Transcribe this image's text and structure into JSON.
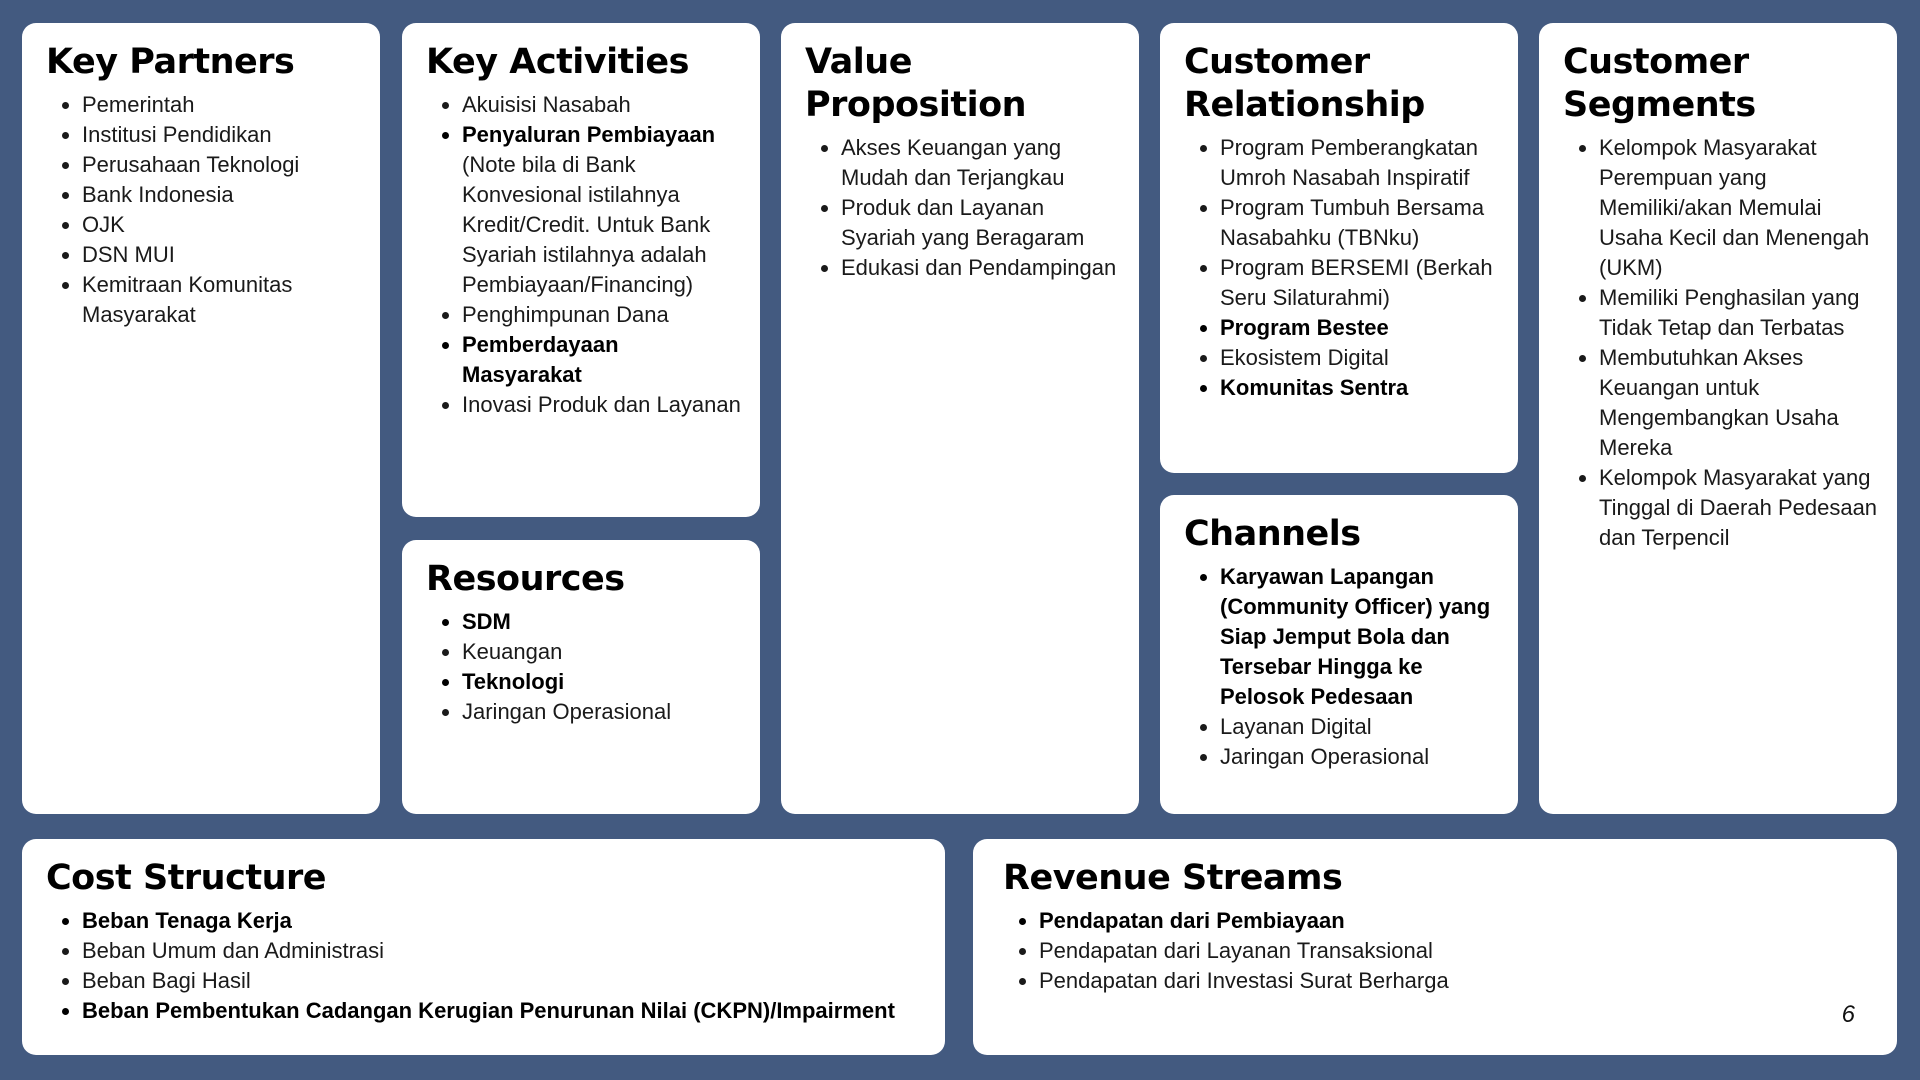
{
  "key_partners": {
    "title": "Key Partners",
    "items": [
      {
        "text": "Pemerintah",
        "bold": false
      },
      {
        "text": "Institusi Pendidikan",
        "bold": false
      },
      {
        "text": "Perusahaan Teknologi",
        "bold": false
      },
      {
        "text": "Bank Indonesia",
        "bold": false
      },
      {
        "text": "OJK",
        "bold": false
      },
      {
        "text": "DSN MUI",
        "bold": false
      },
      {
        "text": "Kemitraan Komunitas Masyarakat",
        "bold": false
      }
    ]
  },
  "key_activities": {
    "title": "Key Activities",
    "items": [
      {
        "text": "Akuisisi Nasabah",
        "bold": false
      },
      {
        "text": "Penyaluran Pembiayaan",
        "bold": true,
        "note": "(Note bila di Bank Konvesional istilahnya Kredit/Credit. Untuk Bank Syariah istilahnya adalah Pembiayaan/Financing)"
      },
      {
        "text": "Penghimpunan Dana",
        "bold": false
      },
      {
        "text": "Pemberdayaan Masyarakat",
        "bold": true
      },
      {
        "text": "Inovasi Produk dan Layanan",
        "bold": false
      }
    ]
  },
  "resources": {
    "title": "Resources",
    "items": [
      {
        "text": "SDM",
        "bold": true
      },
      {
        "text": "Keuangan",
        "bold": false
      },
      {
        "text": "Teknologi",
        "bold": true
      },
      {
        "text": "Jaringan Operasional",
        "bold": false
      }
    ]
  },
  "value_proposition": {
    "title": "Value Proposition",
    "items": [
      {
        "text": "Akses Keuangan yang Mudah dan Terjangkau",
        "bold": false
      },
      {
        "text": "Produk dan Layanan Syariah yang Beragaram",
        "bold": false
      },
      {
        "text": "Edukasi dan Pendampingan",
        "bold": false
      }
    ]
  },
  "customer_relationship": {
    "title": "Customer Relationship",
    "items": [
      {
        "text": "Program Pemberangkatan Umroh Nasabah Inspiratif",
        "bold": false
      },
      {
        "text": "Program Tumbuh Bersama Nasabahku (TBNku)",
        "bold": false
      },
      {
        "text": "Program BERSEMI (Berkah Seru Silaturahmi)",
        "bold": false
      },
      {
        "text": "Program Bestee",
        "bold": true
      },
      {
        "text": "Ekosistem Digital",
        "bold": false
      },
      {
        "text": "Komunitas Sentra",
        "bold": true
      }
    ]
  },
  "channels": {
    "title": "Channels",
    "items": [
      {
        "text": "Karyawan Lapangan (Community Officer) yang Siap Jemput Bola dan Tersebar Hingga ke Pelosok Pedesaan",
        "bold": true
      },
      {
        "text": "Layanan Digital",
        "bold": false
      },
      {
        "text": "Jaringan Operasional",
        "bold": false
      }
    ]
  },
  "customer_segments": {
    "title": "Customer Segments",
    "items": [
      {
        "text": "Kelompok Masyarakat Perempuan yang Memiliki/akan Memulai Usaha Kecil dan Menengah (UKM)",
        "bold": false
      },
      {
        "text": "Memiliki Penghasilan yang Tidak Tetap dan Terbatas",
        "bold": false
      },
      {
        "text": "Membutuhkan Akses Keuangan untuk Mengembangkan Usaha Mereka",
        "bold": false
      },
      {
        "text": "Kelompok Masyarakat yang Tinggal di Daerah Pedesaan dan Terpencil",
        "bold": false
      }
    ]
  },
  "cost_structure": {
    "title": "Cost Structure",
    "items": [
      {
        "text": "Beban Tenaga Kerja",
        "bold": true
      },
      {
        "text": "Beban Umum dan Administrasi",
        "bold": false
      },
      {
        "text": "Beban Bagi Hasil",
        "bold": false
      },
      {
        "text": "Beban Pembentukan Cadangan Kerugian Penurunan Nilai (CKPN)/Impairment",
        "bold": true
      }
    ]
  },
  "revenue_streams": {
    "title": "Revenue Streams",
    "items": [
      {
        "text": "Pendapatan dari Pembiayaan",
        "bold": true
      },
      {
        "text": "Pendapatan dari Layanan Transaksional",
        "bold": false
      },
      {
        "text": "Pendapatan dari Investasi Surat Berharga",
        "bold": false
      }
    ]
  },
  "page_number": "6"
}
